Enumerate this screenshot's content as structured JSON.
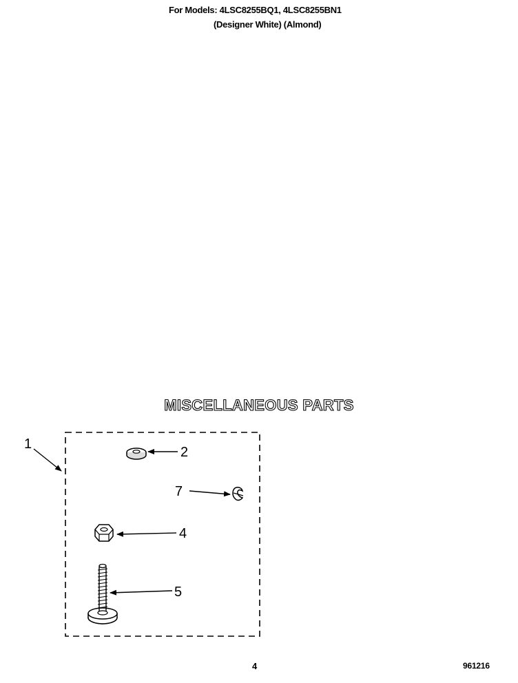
{
  "header": {
    "models_line": "For Models: 4LSC8255BQ1, 4LSC8255BN1",
    "colors_line": "(Designer White)    (Almond)"
  },
  "section_title": "MISCELLANEOUS PARTS",
  "callouts": {
    "kit": "1",
    "washer": "2",
    "clip": "7",
    "nut": "4",
    "screw": "5"
  },
  "footer": {
    "page_number": "4",
    "doc_code": "961216"
  }
}
